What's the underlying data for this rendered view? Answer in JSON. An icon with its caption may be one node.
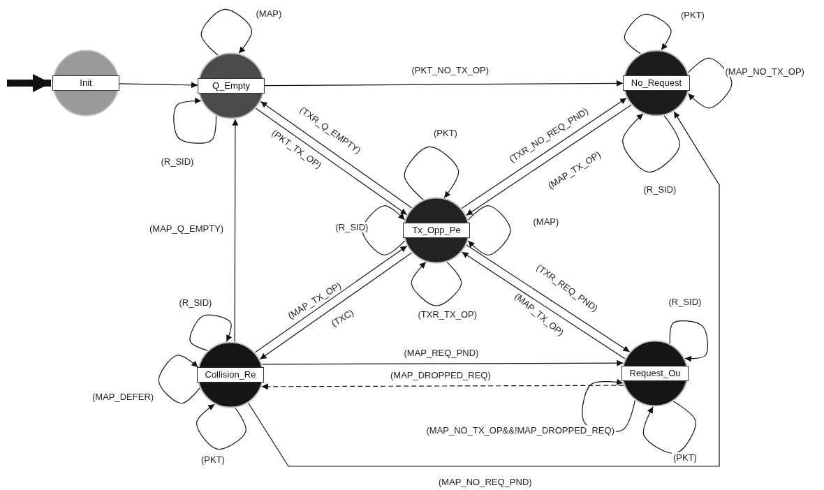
{
  "diagram": {
    "nodes": [
      {
        "text": [
          "Init"
        ]
      },
      {
        "text": [
          "Q_Empty"
        ]
      },
      {
        "text": [
          "No_Request"
        ]
      },
      {
        "text": [
          "Tx_Opp_Pe"
        ]
      },
      {
        "text": [
          "Collision_Re"
        ]
      },
      {
        "text": [
          "Request_Ou"
        ]
      }
    ],
    "edges": [
      {
        "from": null,
        "to": 0,
        "arrow": "to",
        "style": "thick"
      },
      {
        "from": 0,
        "to": 1,
        "arrow": "to"
      },
      {
        "from": 1,
        "to": 1,
        "arrow": "to",
        "label": "(MAP)"
      },
      {
        "from": 1,
        "to": 1,
        "arrow": "to",
        "label": "(R_SID)"
      },
      {
        "from": 1,
        "to": 2,
        "arrow": "to",
        "label": "(PKT_NO_TX_OP)"
      },
      {
        "from": 3,
        "to": 1,
        "arrow": "to",
        "label": "(TXR_Q_EMPTY)"
      },
      {
        "from": 1,
        "to": 3,
        "arrow": "to",
        "label": "(PKT_TX_OP)"
      },
      {
        "from": 2,
        "to": 2,
        "arrow": "to",
        "label": "(PKT)"
      },
      {
        "from": 2,
        "to": 2,
        "arrow": "to",
        "label": "(MAP_NO_TX_OP)"
      },
      {
        "from": 2,
        "to": 2,
        "arrow": "to",
        "label": "(R_SID)"
      },
      {
        "from": 3,
        "to": 2,
        "arrow": "to",
        "label": "(TXR_NO_REQ_PND)"
      },
      {
        "from": 2,
        "to": 3,
        "arrow": "to",
        "label": "(MAP_TX_OP)"
      },
      {
        "from": 3,
        "to": 3,
        "arrow": "to",
        "label": "(PKT)"
      },
      {
        "from": 3,
        "to": 3,
        "arrow": "to",
        "label": "(R_SID)"
      },
      {
        "from": 3,
        "to": 3,
        "arrow": "to",
        "label": "(MAP)"
      },
      {
        "from": 3,
        "to": 3,
        "arrow": "to",
        "label": "(TXR_TX_OP)"
      },
      {
        "from": 4,
        "to": 1,
        "arrow": "to",
        "label": "(MAP_Q_EMPTY)"
      },
      {
        "from": 4,
        "to": 3,
        "arrow": "to",
        "label": "(MAP_TX_OP)"
      },
      {
        "from": 3,
        "to": 4,
        "arrow": "to",
        "label": "(TXC)"
      },
      {
        "from": 3,
        "to": 5,
        "arrow": "to",
        "label": "(TXR_REQ_PND)"
      },
      {
        "from": 5,
        "to": 3,
        "arrow": "to",
        "label": "(MAP_TX_OP)"
      },
      {
        "from": 4,
        "to": 5,
        "arrow": "to",
        "label": "(MAP_REQ_PND)"
      },
      {
        "from": 5,
        "to": 4,
        "arrow": "to",
        "label": "(MAP_DROPPED_REQ)",
        "style": "dashed"
      },
      {
        "from": 4,
        "to": 4,
        "arrow": "to",
        "label": "(R_SID)"
      },
      {
        "from": 4,
        "to": 4,
        "arrow": "to",
        "label": "(MAP_DEFER)"
      },
      {
        "from": 4,
        "to": 4,
        "arrow": "to",
        "label": "(PKT)"
      },
      {
        "from": 5,
        "to": 5,
        "arrow": "to",
        "label": "(R_SID)"
      },
      {
        "from": 5,
        "to": 5,
        "arrow": "to",
        "label": "(MAP_NO_TX_OP&&!MAP_DROPPED_REQ)"
      },
      {
        "from": 5,
        "to": 5,
        "arrow": "to",
        "label": "(PKT)"
      },
      {
        "from": 4,
        "to": 2,
        "arrow": "to",
        "label": "(MAP_NO_REQ_PND)"
      }
    ]
  }
}
